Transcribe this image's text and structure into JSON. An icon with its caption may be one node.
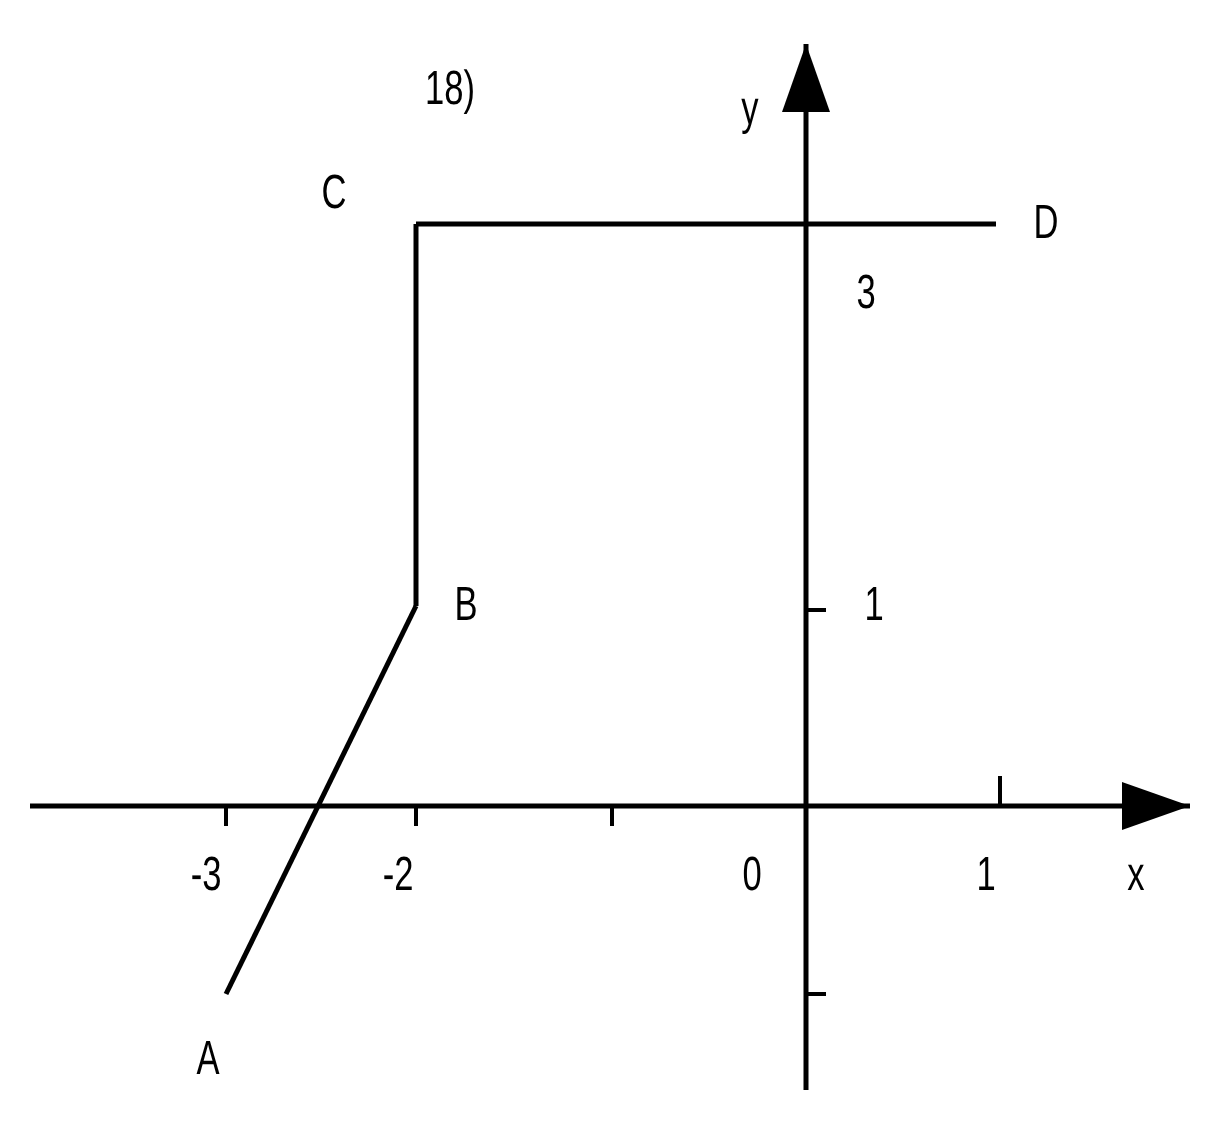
{
  "diagram": {
    "nodes": [
      {
        "text": [
          "C"
        ]
      },
      {
        "text": [
          "D"
        ]
      },
      {
        "text": [
          "B"
        ]
      },
      {
        "text": [
          "A"
        ]
      }
    ],
    "edges": [
      {
        "from": 3,
        "to": 2,
        "arrow": "none"
      },
      {
        "from": 2,
        "to": 0,
        "arrow": "none"
      },
      {
        "from": 0,
        "to": 1,
        "arrow": "none"
      }
    ],
    "labels": [
      "18)",
      "y",
      "3",
      "1",
      "-3",
      "-2",
      "0",
      "1",
      "x"
    ]
  }
}
